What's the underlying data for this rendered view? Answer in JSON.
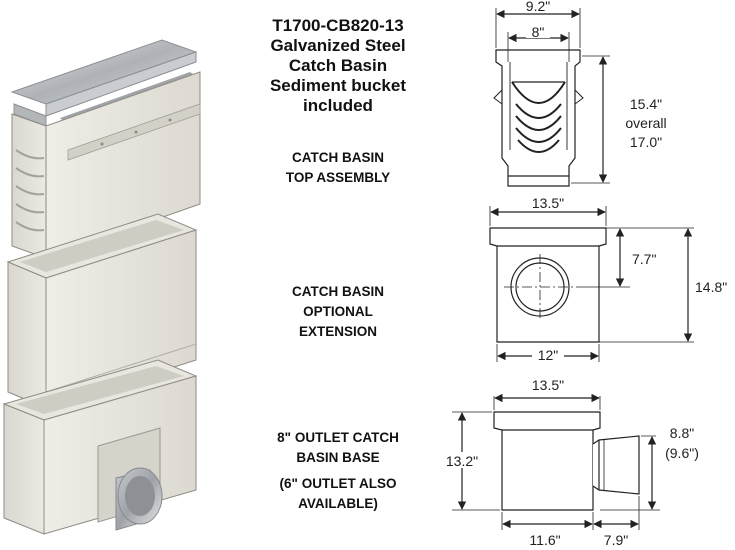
{
  "title_lines": [
    "T1700-CB820-13",
    "Galvanized Steel",
    "Catch Basin",
    "Sediment bucket",
    "included"
  ],
  "sections": {
    "top_assembly": [
      "CATCH BASIN",
      "TOP ASSEMBLY"
    ],
    "extension": [
      "CATCH BASIN",
      "OPTIONAL",
      "EXTENSION"
    ],
    "base": [
      "8\" OUTLET CATCH",
      "BASIN BASE"
    ],
    "base_note": [
      "(6\" OUTLET ALSO",
      "AVAILABLE)"
    ]
  },
  "dims": {
    "top": {
      "outer_width": "9.2\"",
      "inner_width": "8\"",
      "height_a": "15.4\"",
      "height_mid": "overall",
      "height_b": "17.0\""
    },
    "extension": {
      "width": "13.5\"",
      "bottom_width": "12\"",
      "center_height": "7.7\"",
      "height": "14.8\""
    },
    "base": {
      "width": "13.5\"",
      "height": "13.2\"",
      "outlet_height_a": "8.8\"",
      "outlet_height_b": "(9.6\")",
      "bottom_width": "11.6\"",
      "outlet_length": "7.9\""
    }
  },
  "colors": {
    "body": "#e2e0d8",
    "shade": "#c8c5bc",
    "edge": "#8f8c84",
    "steel": "#b9bcbf",
    "line": "#222222"
  }
}
